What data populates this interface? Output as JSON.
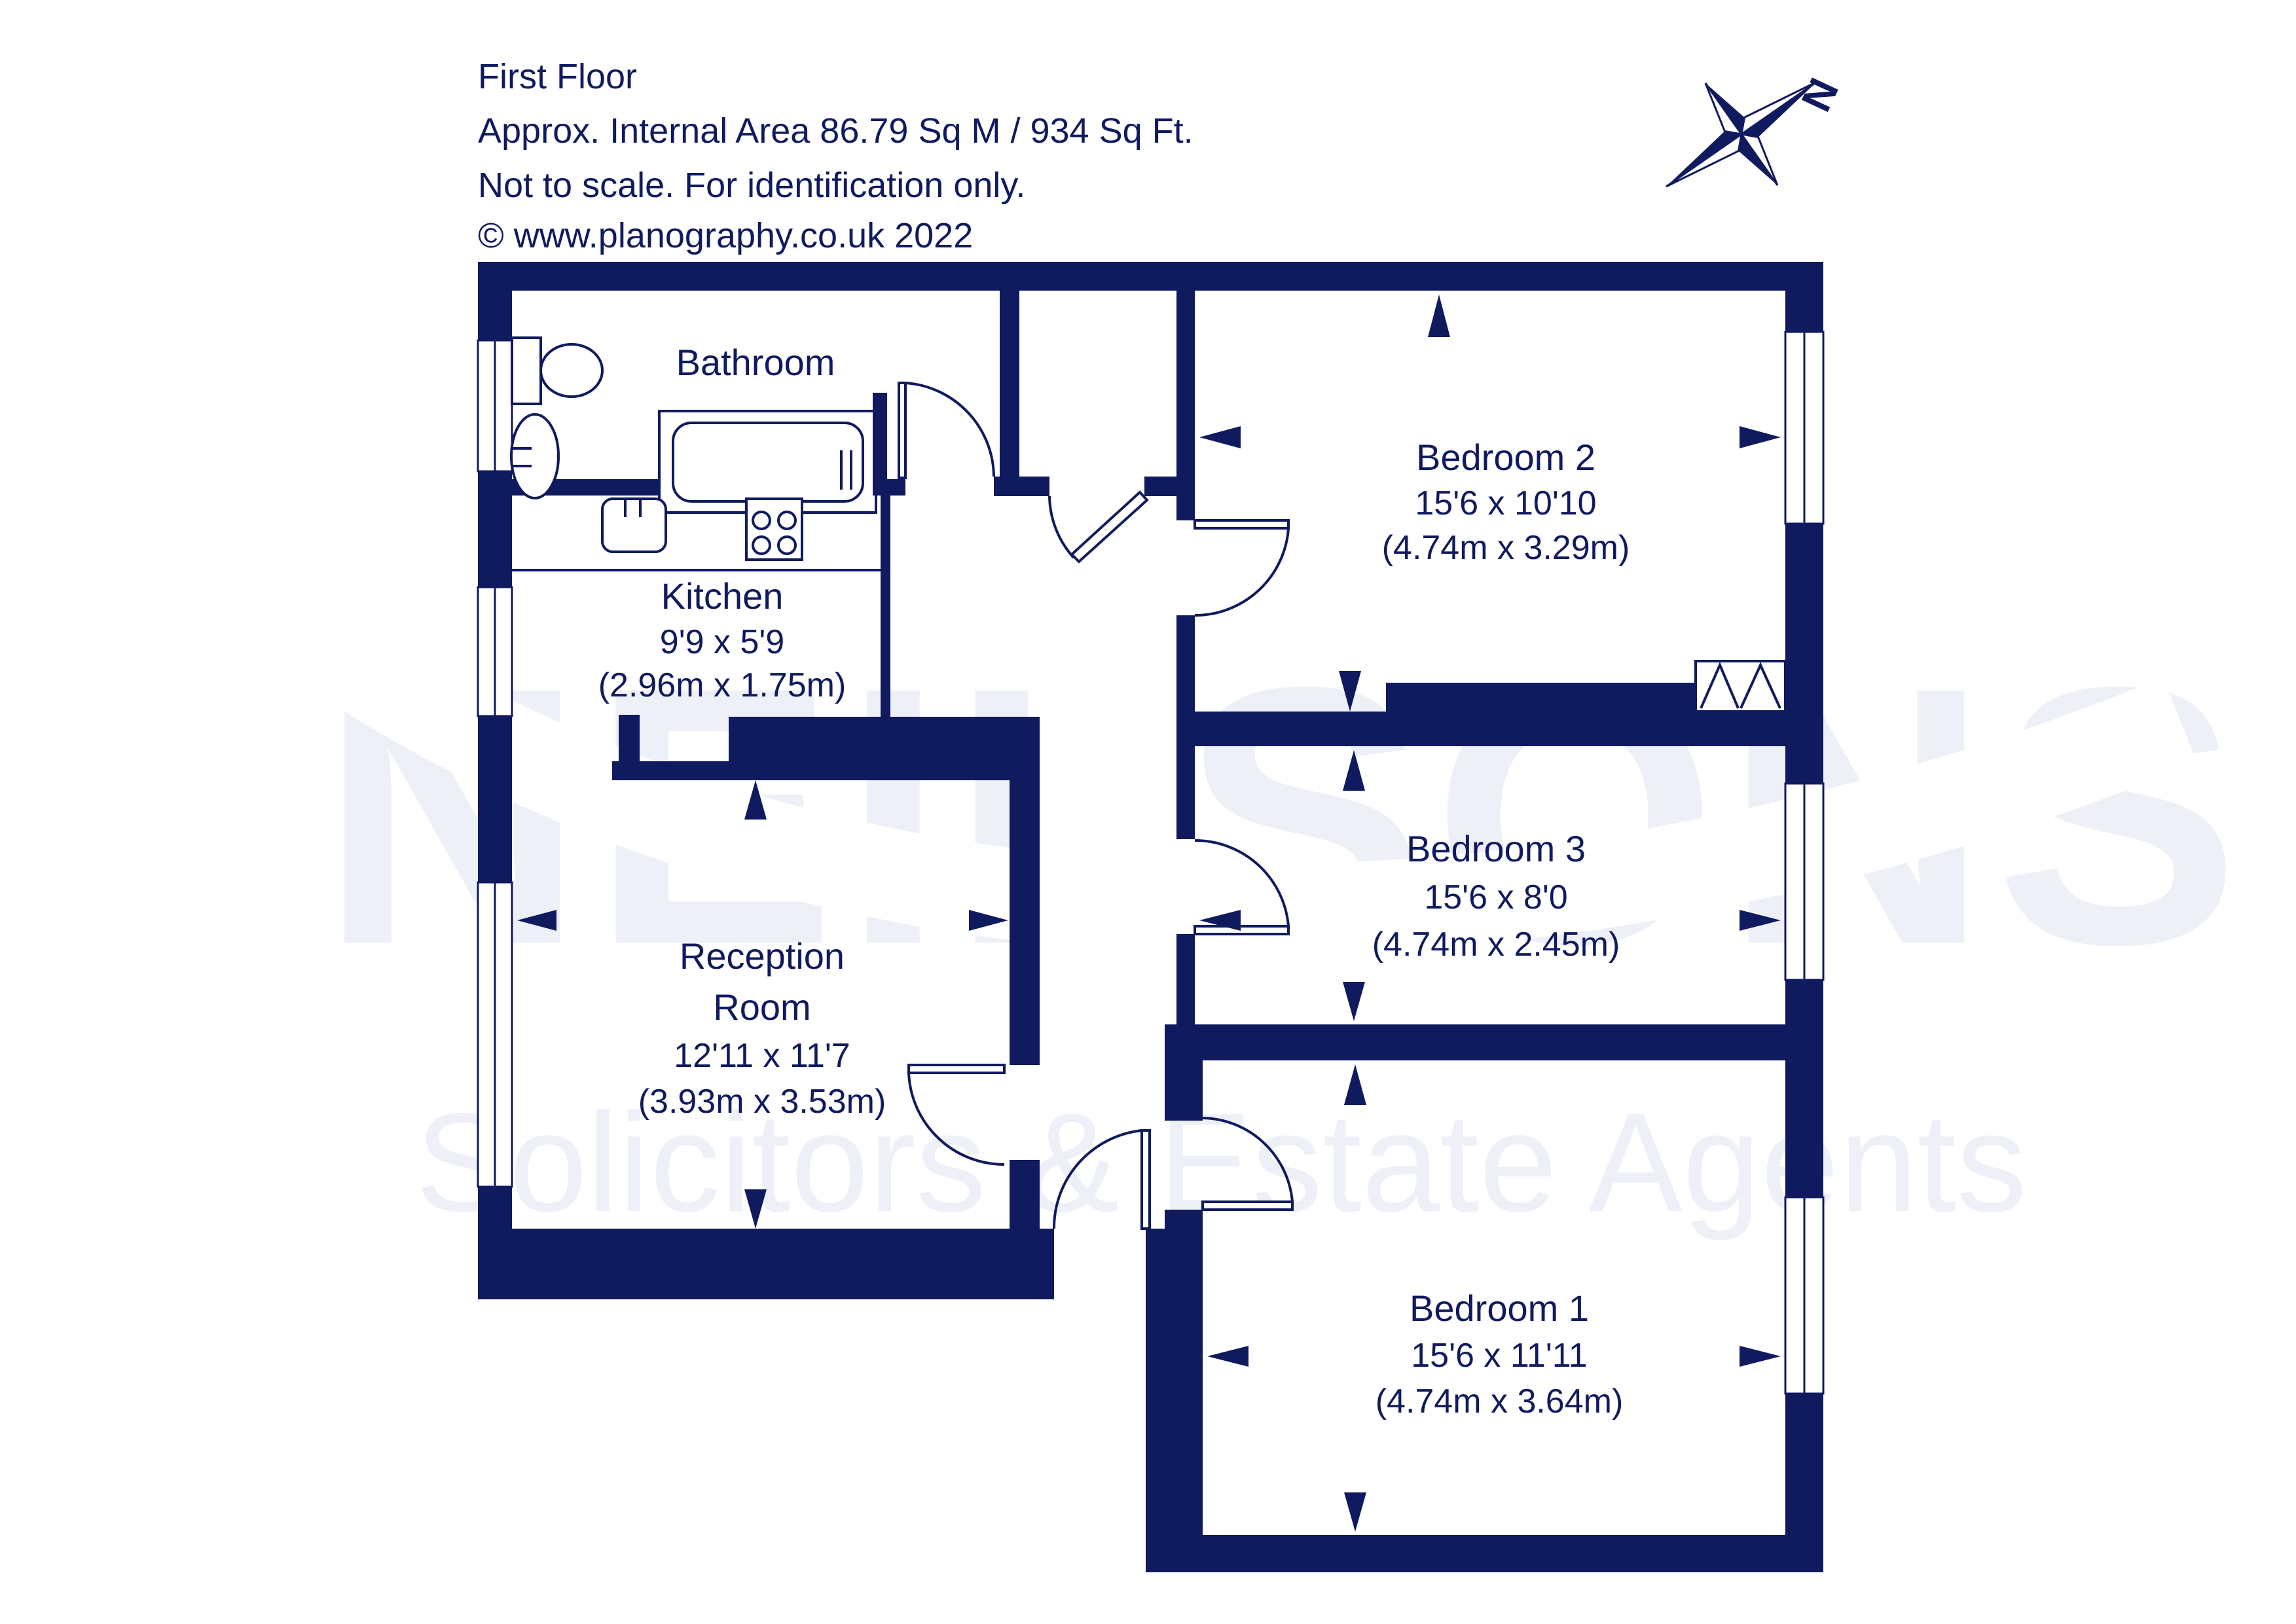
{
  "header": {
    "line1": "First Floor",
    "line2": "Approx. Internal Area 86.79 Sq M / 934 Sq Ft.",
    "line3": "Not to scale. For identification only.",
    "line4": "© www.planography.co.uk 2022"
  },
  "compass": {
    "label": "N"
  },
  "watermark": {
    "name": "NEILSONS",
    "tagline": "Solicitors & Estate Agents"
  },
  "colors": {
    "navy": "#101A5E",
    "watermark_grey": "#EEF0F8",
    "background": "#FFFFFF"
  },
  "rooms": {
    "bathroom": {
      "name": "Bathroom"
    },
    "kitchen": {
      "name": "Kitchen",
      "imperial": "9'9 x 5'9",
      "metric": "(2.96m x 1.75m)"
    },
    "reception": {
      "name_line1": "Reception",
      "name_line2": "Room",
      "imperial": "12'11 x 11'7",
      "metric": "(3.93m x 3.53m)"
    },
    "bedroom1": {
      "name": "Bedroom 1",
      "imperial": "15'6 x 11'11",
      "metric": "(4.74m x 3.64m)"
    },
    "bedroom2": {
      "name": "Bedroom 2",
      "imperial": "15'6 x 10'10",
      "metric": "(4.74m x 3.29m)"
    },
    "bedroom3": {
      "name": "Bedroom 3",
      "imperial": "15'6 x 8'0",
      "metric": "(4.74m x 2.45m)"
    }
  }
}
